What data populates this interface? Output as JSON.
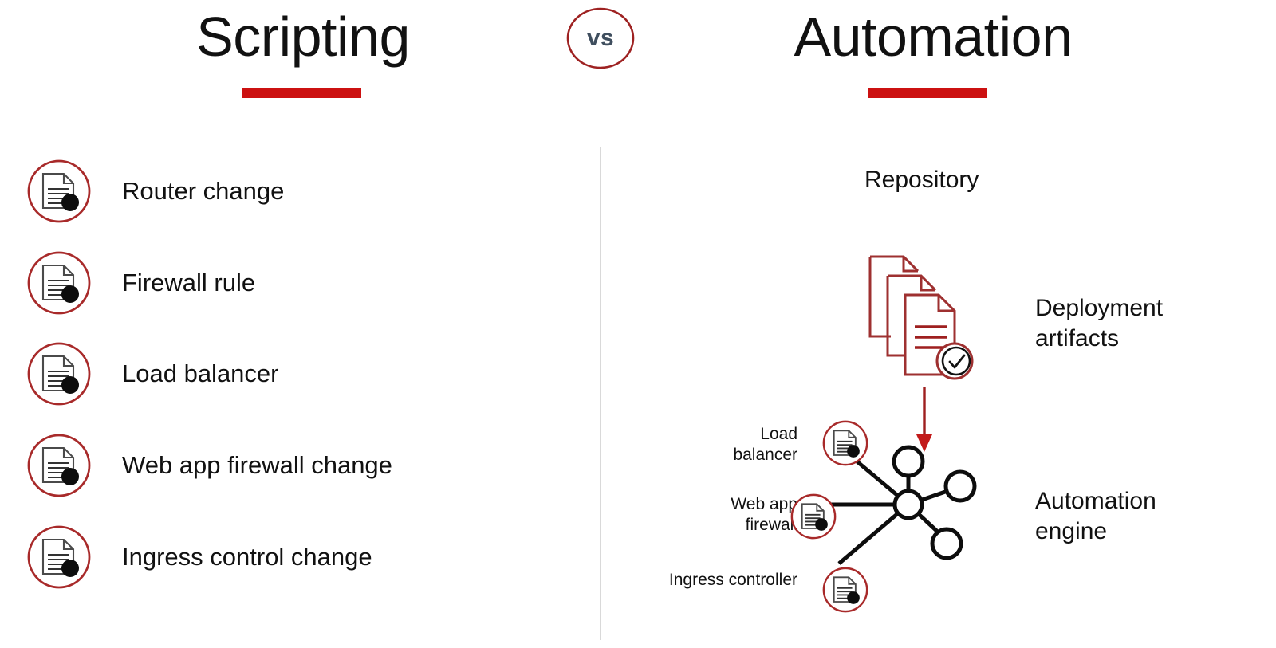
{
  "slide": {
    "background": "#ffffff",
    "accent_red": "#CC1111",
    "icon_red": "#A82A2A",
    "vs_text_color": "#3F4E5E",
    "divider_color": "#D9D9D9"
  },
  "left": {
    "title": "Scripting",
    "accent_bar": true,
    "items": [
      {
        "label": "Router change",
        "icon": "document-icon"
      },
      {
        "label": "Firewall rule",
        "icon": "document-icon"
      },
      {
        "label": "Load balancer",
        "icon": "document-icon"
      },
      {
        "label": "Web app firewall change",
        "icon": "document-icon"
      },
      {
        "label": "Ingress control change",
        "icon": "document-icon"
      }
    ]
  },
  "center": {
    "badge_text": "vs"
  },
  "right": {
    "title": "Automation",
    "accent_bar": true,
    "repository_label": "Repository",
    "deployment_label_line1": "Deployment",
    "deployment_label_line2": "artifacts",
    "engine_label_line1": "Automation",
    "engine_label_line2": "engine",
    "artifact_stack_icon": "document-stack-check-icon",
    "flow_arrow_icon": "arrow-down-icon",
    "engine_graph_icon": "hub-and-spoke-icon",
    "nodes": [
      {
        "label_line1": "Load",
        "label_line2": "balancer",
        "icon": "document-icon"
      },
      {
        "label_line1": "Web app",
        "label_line2": "firewall",
        "icon": "document-icon"
      },
      {
        "label_line1": "Ingress controller",
        "label_line2": "",
        "icon": "document-icon"
      }
    ]
  }
}
